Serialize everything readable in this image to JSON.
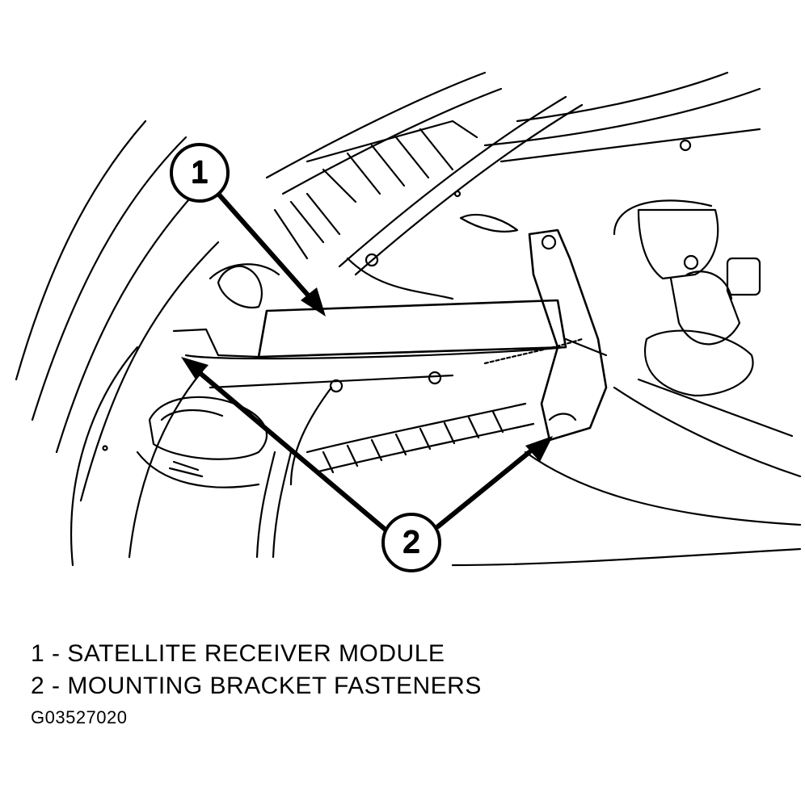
{
  "callouts": [
    {
      "number": "1"
    },
    {
      "number": "2"
    }
  ],
  "legend": [
    {
      "text": "1 - SATELLITE RECEIVER MODULE"
    },
    {
      "text": "2 - MOUNTING BRACKET FASTENERS"
    }
  ],
  "figure_id": "G03527020",
  "colors": {
    "ink": "#000000",
    "paper": "#ffffff"
  }
}
